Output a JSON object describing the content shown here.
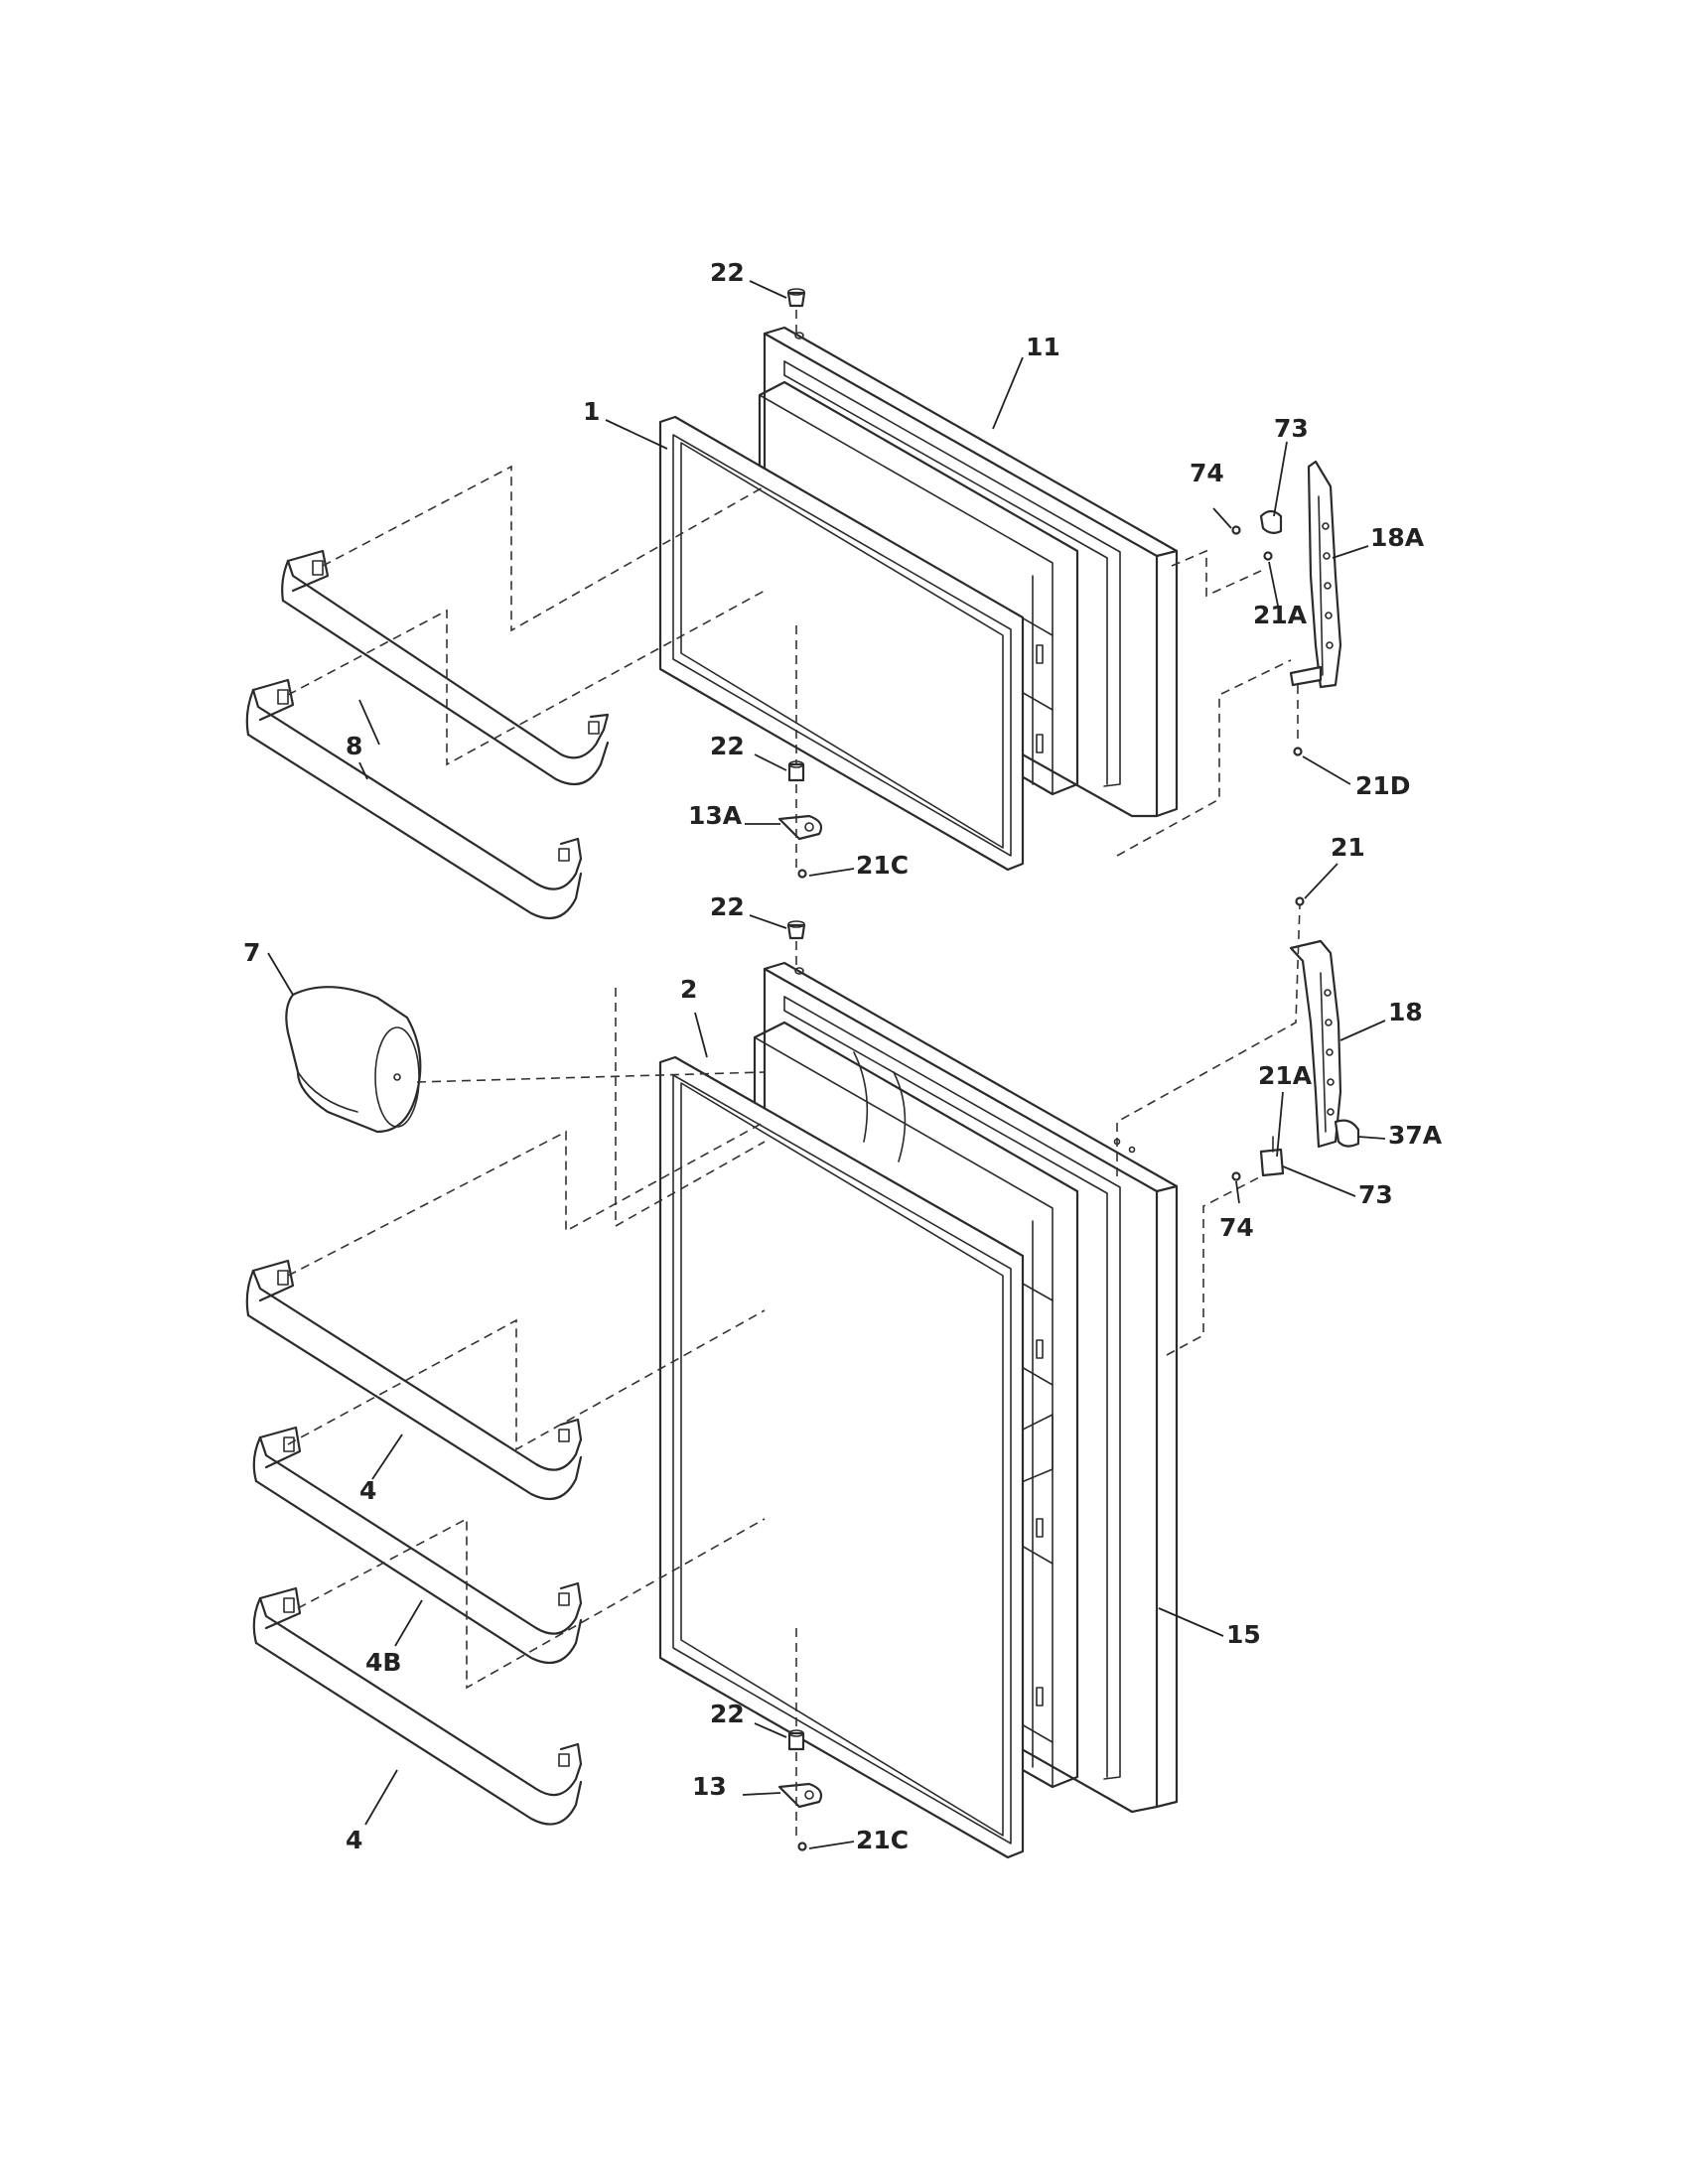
{
  "labels": {
    "p22_top": "22",
    "p11": "11",
    "p1": "1",
    "p73_top": "73",
    "p74_top": "74",
    "p18A": "18A",
    "p21A_top": "21A",
    "p21D": "21D",
    "p8": "8",
    "p22_mid": "22",
    "p13A": "13A",
    "p21C_top": "21C",
    "p22_fresh": "22",
    "p21": "21",
    "p7": "7",
    "p2": "2",
    "p18": "18",
    "p21A_bot": "21A",
    "p37A": "37A",
    "p73_bot": "73",
    "p74_bot": "74",
    "p4_top": "4",
    "p4B": "4B",
    "p15": "15",
    "p22_bot": "22",
    "p13": "13",
    "p21C_bot": "21C",
    "p4_bot": "4"
  }
}
